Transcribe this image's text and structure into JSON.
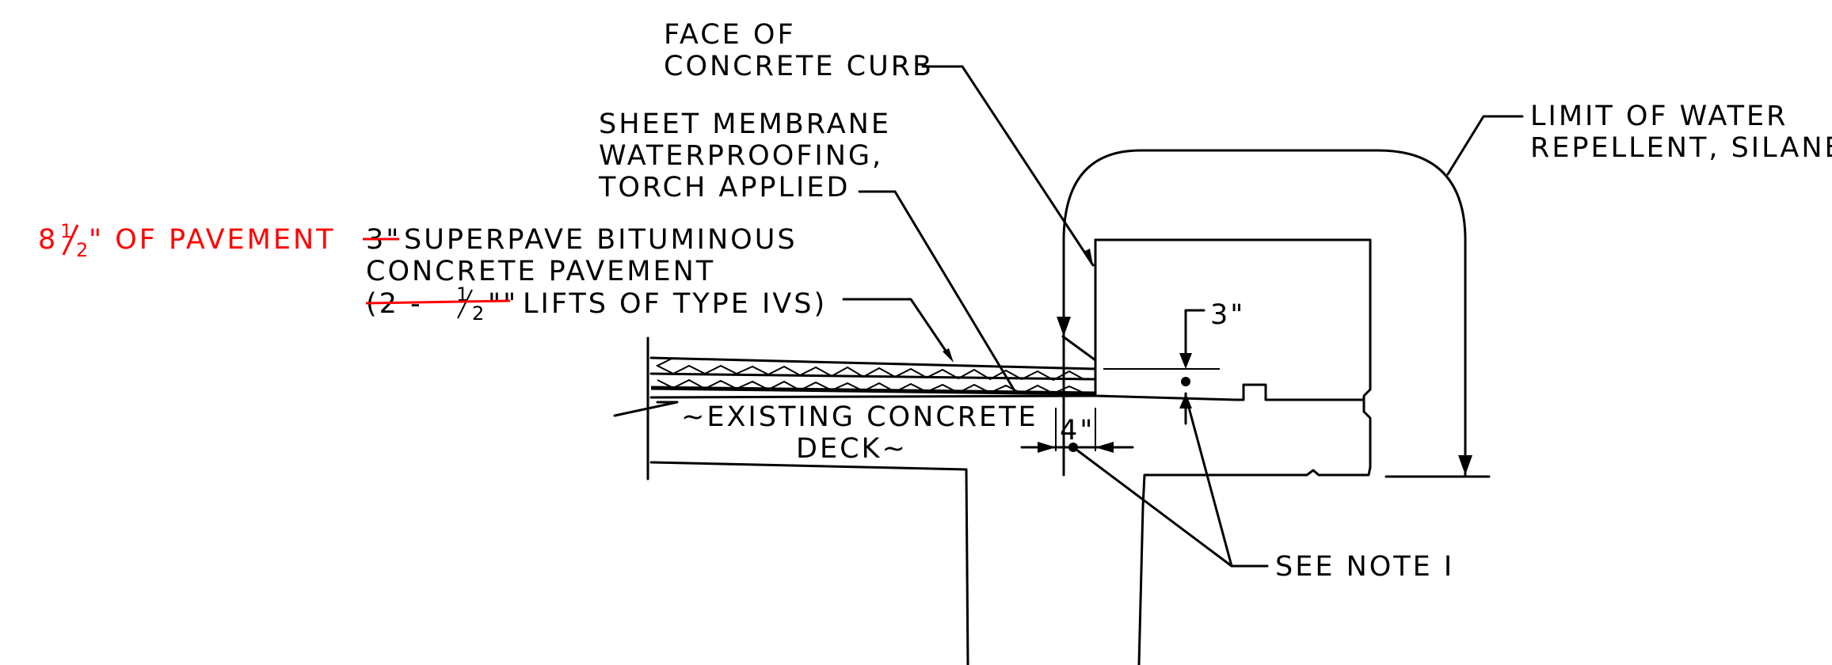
{
  "labels": {
    "face_of_curb": [
      "FACE OF",
      "CONCRETE CURB"
    ],
    "sheet_membrane": [
      "SHEET MEMBRANE",
      "WATERPROOFING,",
      "TORCH APPLIED"
    ],
    "limit_water": [
      "LIMIT OF WATER",
      "REPELLENT, SILANE"
    ],
    "pavement_revision": {
      "whole": "8",
      "frac_num": "1",
      "frac_den": "2",
      "rest": "\" OF PAVEMENT"
    },
    "superpave": {
      "struck_value": "3\"",
      "line1_rest": "SUPERPAVE BITUMINOUS",
      "line2": "CONCRETE PAVEMENT",
      "line3_struck_open": "(2 -",
      "line3_struck_num": "1",
      "line3_struck_den": "2",
      "line3_struck_quote": "\"\"",
      "line3_rest": "LIFTS OF TYPE IVS)"
    },
    "existing_deck": [
      "~EXISTING CONCRETE",
      "DECK~"
    ],
    "dim_3in": "3\"",
    "dim_4in": "4\"",
    "see_note": "SEE NOTE I"
  },
  "colors": {
    "linework": "#000000",
    "revision": "#ff0000",
    "background": "#ffffff"
  }
}
